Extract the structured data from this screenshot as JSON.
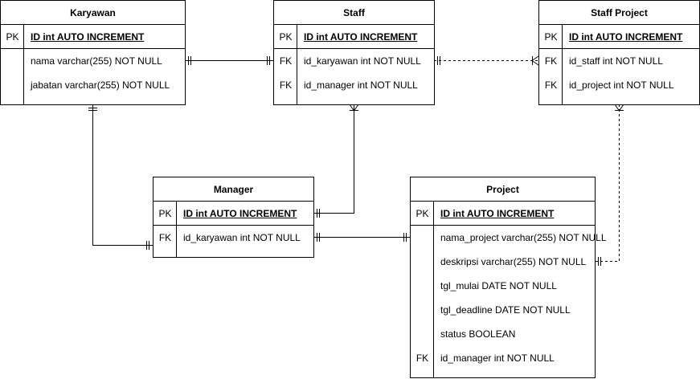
{
  "entities": {
    "karyawan": {
      "title": "Karyawan",
      "rows": [
        {
          "key": "PK",
          "field": "ID int AUTO INCREMENT"
        },
        {
          "key": "",
          "field": "nama varchar(255) NOT NULL"
        },
        {
          "key": "",
          "field": "jabatan varchar(255) NOT NULL"
        }
      ]
    },
    "staff": {
      "title": "Staff",
      "rows": [
        {
          "key": "PK",
          "field": "ID int AUTO INCREMENT"
        },
        {
          "key": "FK",
          "field": "id_karyawan int NOT NULL"
        },
        {
          "key": "FK",
          "field": "id_manager int NOT NULL"
        }
      ]
    },
    "staff_project": {
      "title": "Staff Project",
      "rows": [
        {
          "key": "PK",
          "field": "ID int AUTO INCREMENT"
        },
        {
          "key": "FK",
          "field": "id_staff int NOT NULL"
        },
        {
          "key": "FK",
          "field": "id_project int NOT NULL"
        }
      ]
    },
    "manager": {
      "title": "Manager",
      "rows": [
        {
          "key": "PK",
          "field": "ID int AUTO INCREMENT"
        },
        {
          "key": "FK",
          "field": "id_karyawan int NOT NULL"
        }
      ]
    },
    "project": {
      "title": "Project",
      "rows": [
        {
          "key": "PK",
          "field": "ID int AUTO INCREMENT"
        },
        {
          "key": "",
          "field": "nama_project varchar(255) NOT NULL"
        },
        {
          "key": "",
          "field": "deskripsi varchar(255) NOT NULL"
        },
        {
          "key": "",
          "field": "tgl_mulai DATE NOT NULL"
        },
        {
          "key": "",
          "field": "tgl_deadline DATE NOT NULL"
        },
        {
          "key": "",
          "field": "status BOOLEAN"
        },
        {
          "key": "FK",
          "field": "id_manager int NOT NULL"
        }
      ]
    }
  },
  "relationships": [
    {
      "from": "karyawan.nama",
      "to": "staff.id_karyawan",
      "cardinality": "one-to-one",
      "style": "solid"
    },
    {
      "from": "staff.id_karyawan",
      "to": "staff_project.id_staff",
      "cardinality": "one-to-many",
      "style": "dashed"
    },
    {
      "from": "karyawan",
      "to": "manager.id_karyawan",
      "cardinality": "one-to-one",
      "style": "solid"
    },
    {
      "from": "staff",
      "to": "manager.ID",
      "cardinality": "many-to-one",
      "style": "solid"
    },
    {
      "from": "manager.id_karyawan",
      "to": "project.nama_project",
      "cardinality": "one-to-one",
      "style": "solid"
    },
    {
      "from": "staff_project",
      "to": "project.deskripsi",
      "cardinality": "many-to-one",
      "style": "dashed"
    }
  ]
}
